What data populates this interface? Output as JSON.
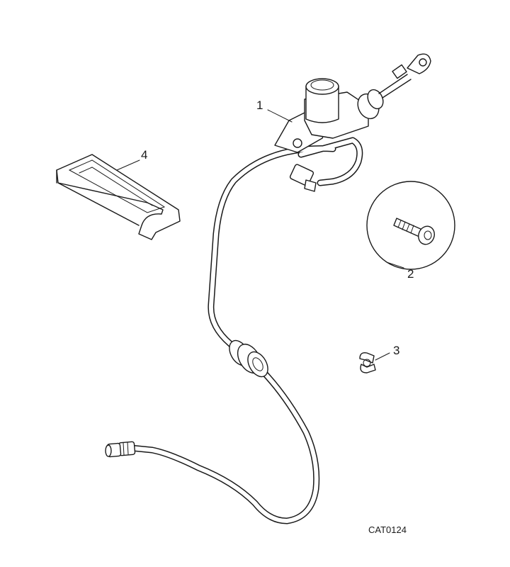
{
  "callouts": {
    "master_cylinder": "1",
    "screw": "2",
    "clip": "3",
    "spacer": "4"
  },
  "catalog_ref": "CAT0124"
}
